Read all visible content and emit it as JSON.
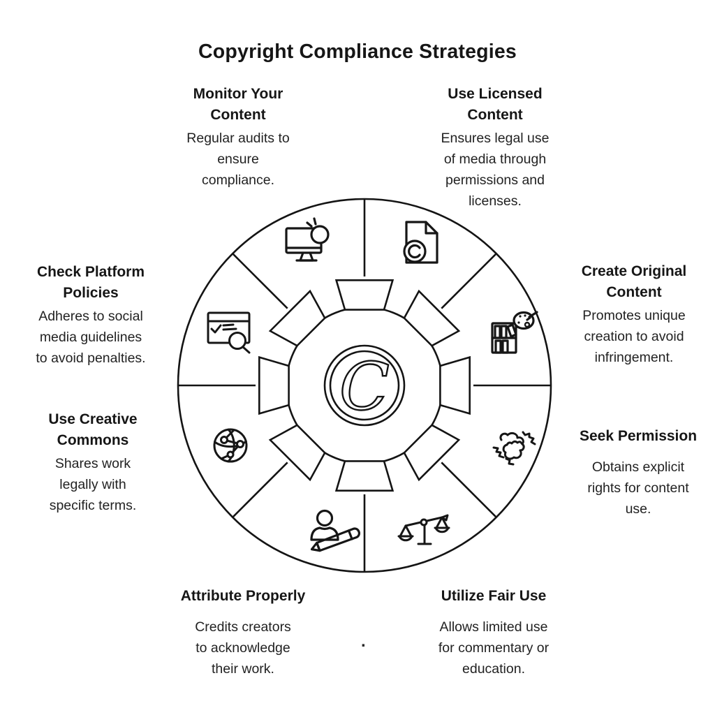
{
  "title": "Copyright Compliance Strategies",
  "center_monogram": "C",
  "colors": {
    "ink": "#1c1c1c",
    "line": "#141414",
    "background": "#ffffff"
  },
  "wheel": {
    "segments": 8
  },
  "strategies": [
    {
      "label": "Monitor Your\nContent",
      "description": "Regular audits to\nensure\ncompliance.",
      "icon": "monitor-alert-icon",
      "position": "top-left"
    },
    {
      "label": "Use Licensed\nContent",
      "description": "Ensures legal use\nof media through\npermissions and\nlicenses.",
      "icon": "copyright-document-icon",
      "position": "top-right"
    },
    {
      "label": "Create Original\nContent",
      "description": "Promotes unique\ncreation to avoid\ninfringement.",
      "icon": "bookshelf-palette-icon",
      "position": "right-upper"
    },
    {
      "label": "Seek Permission",
      "description": "Obtains explicit\nrights for content\nuse.",
      "icon": "handshake-icon",
      "position": "right-lower"
    },
    {
      "label": "Utilize Fair Use",
      "description": "Allows limited use\nfor commentary or\neducation.",
      "icon": "justice-scales-icon",
      "position": "bottom-right"
    },
    {
      "label": "Attribute Properly",
      "description": "Credits creators\nto acknowledge\ntheir work.",
      "icon": "person-pencil-icon",
      "position": "bottom-left"
    },
    {
      "label": "Use Creative\nCommons",
      "description": "Shares work\nlegally with\nspecific terms.",
      "icon": "globe-network-icon",
      "position": "left-lower"
    },
    {
      "label": "Check Platform\nPolicies",
      "description": "Adheres to social\nmedia guidelines\nto avoid penalties.",
      "icon": "browser-check-search-icon",
      "position": "left-upper"
    }
  ],
  "stray_mark": "."
}
